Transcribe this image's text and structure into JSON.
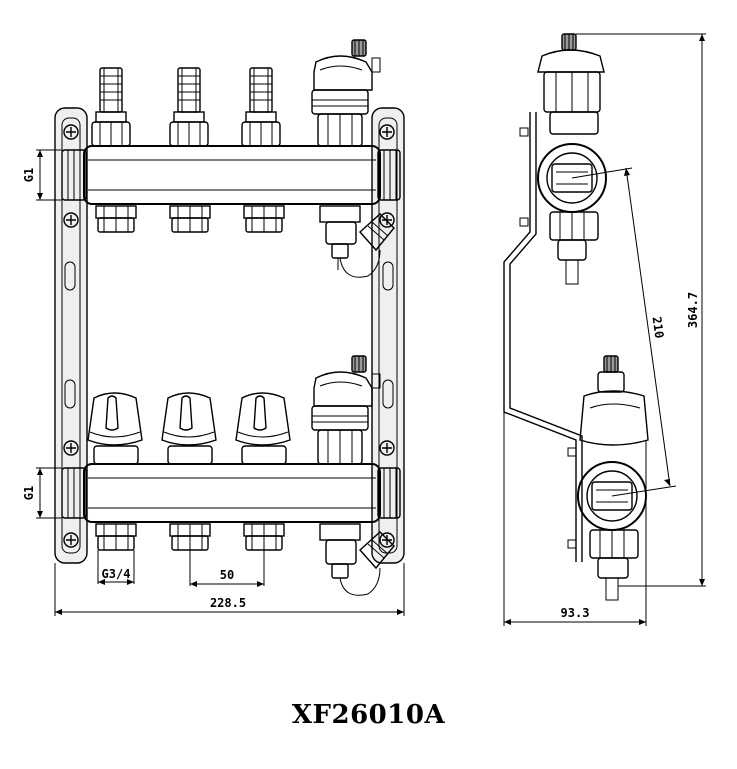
{
  "diagram": {
    "front_view": {
      "outlet_count": 3,
      "dimensions": {
        "inlet_thread_upper": "G1",
        "inlet_thread_lower": "G1",
        "outlet_thread": "G3/4",
        "outlet_spacing": "50",
        "overall_width": "228.5"
      }
    },
    "side_view": {
      "dimensions": {
        "header_spacing": "210",
        "overall_height": "364.7",
        "overall_depth": "93.3"
      }
    }
  },
  "model_number": "XF26010A"
}
